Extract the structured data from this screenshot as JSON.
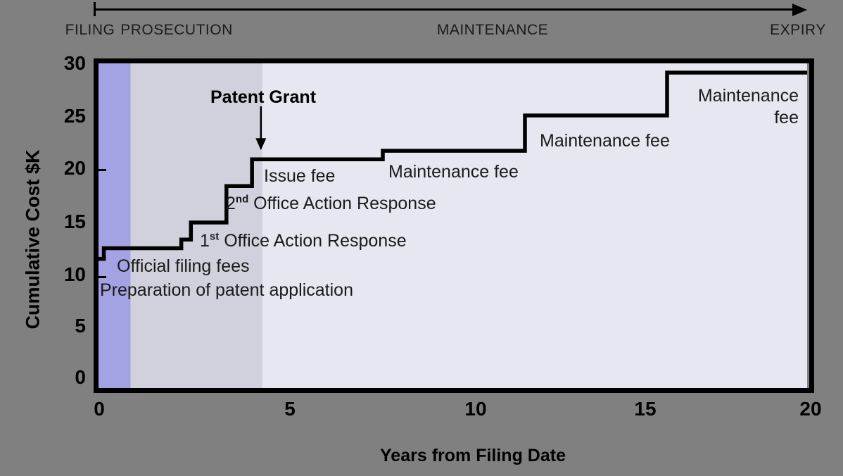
{
  "background_color": "#808080",
  "timeline": {
    "phases": [
      {
        "label": "FILING"
      },
      {
        "label": "PROSECUTION"
      },
      {
        "label": "MAINTENANCE"
      },
      {
        "label": "EXPIRY"
      }
    ]
  },
  "chart_data": {
    "type": "line",
    "subtype": "step",
    "xlabel": "Years from Filing Date",
    "ylabel": "Cumulative Cost $K",
    "xlim": [
      0,
      20
    ],
    "ylim": [
      0,
      30
    ],
    "xticks": [
      "0",
      "5",
      "10",
      "15",
      "20"
    ],
    "yticks": [
      "30",
      "25",
      "20",
      "15",
      "10",
      "5",
      "0"
    ],
    "y_minor_tick_values": [
      20,
      10
    ],
    "grid": "off",
    "legend": "none",
    "line_color": "#000000",
    "end_year": 20,
    "steps": [
      {
        "year": 0,
        "cost": 11.7,
        "label": "Preparation of patent application"
      },
      {
        "year": 0.15,
        "cost": 12.7,
        "label": "Official filing fees"
      },
      {
        "year": 2.33,
        "cost": 13.5,
        "label": ""
      },
      {
        "year": 2.6,
        "cost": 15.1,
        "label": "1st Office Action Response"
      },
      {
        "year": 3.6,
        "cost": 18.5,
        "label": "2nd Office Action Response"
      },
      {
        "year": 4.32,
        "cost": 21.0,
        "label": "Issue fee"
      },
      {
        "year": 8,
        "cost": 21.8,
        "label": "Maintenance fee"
      },
      {
        "year": 12,
        "cost": 25.1,
        "label": "Maintenance fee"
      },
      {
        "year": 16,
        "cost": 29.1,
        "label": "Maintenance fee"
      }
    ],
    "regions": [
      {
        "name": "filing",
        "from_year": 0,
        "to_year": 0.9,
        "color": "#a3a3e3"
      },
      {
        "name": "prosecution",
        "from_year": 0.9,
        "to_year": 4.6,
        "color": "#d1d1de"
      },
      {
        "name": "maintenance",
        "from_year": 4.6,
        "to_year": 20,
        "color": "#e7e7f2"
      }
    ],
    "annotations": {
      "patent_grant": {
        "label": "Patent Grant",
        "year": 4.57,
        "points_to_cost": 21
      },
      "preparation": "Preparation of patent application",
      "filing_fees": "Official filing fees",
      "oa1": {
        "num": "1",
        "ord": "st",
        "rest": " Office Action Response"
      },
      "oa2": {
        "num": "2",
        "ord": "nd",
        "rest": " Office Action Response"
      },
      "issue_fee": "Issue fee",
      "maintenance_fee_1": "Maintenance fee",
      "maintenance_fee_2": "Maintenance fee",
      "maintenance_fee_3_line1": "Maintenance",
      "maintenance_fee_3_line2": "fee"
    }
  }
}
